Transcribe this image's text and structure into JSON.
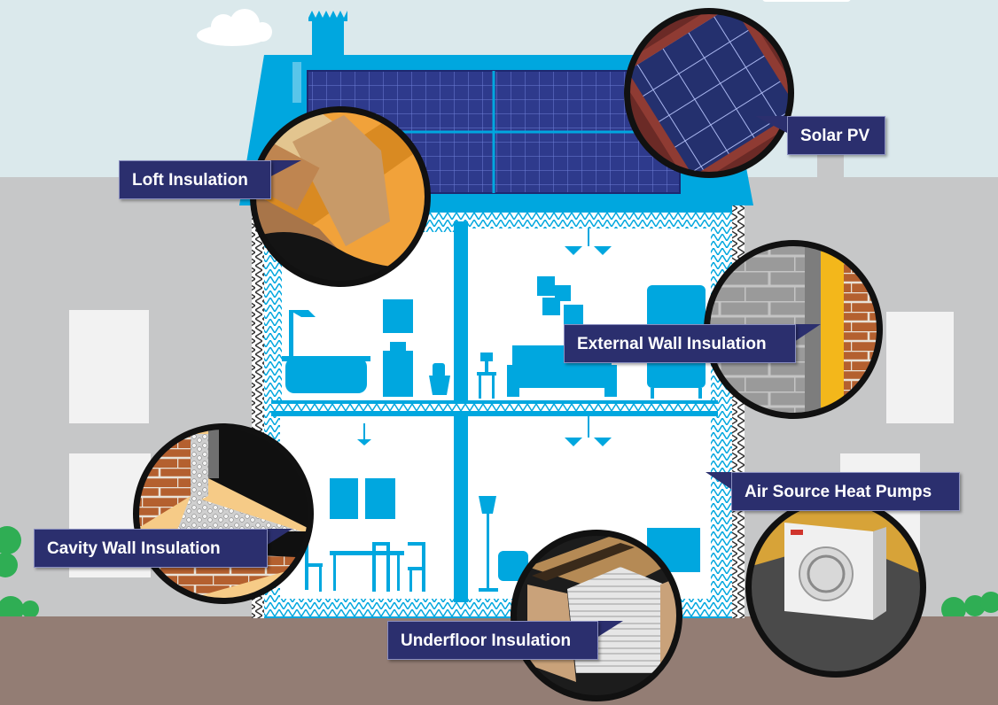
{
  "labels": {
    "loft": "Loft Insulation",
    "solar": "Solar PV",
    "external_wall": "External Wall Insulation",
    "air_source": "Air Source Heat Pumps",
    "cavity_wall": "Cavity Wall Insulation",
    "underfloor": "Underfloor Insulation"
  },
  "colors": {
    "sky": "#dbe9ec",
    "house_blue": "#00a7df",
    "label_navy": "#2b2f6e",
    "ground": "#937d74",
    "solar_panel": "#2e3a8c",
    "insulation_orange": "#f1a23a",
    "brick": "#b4602f"
  }
}
